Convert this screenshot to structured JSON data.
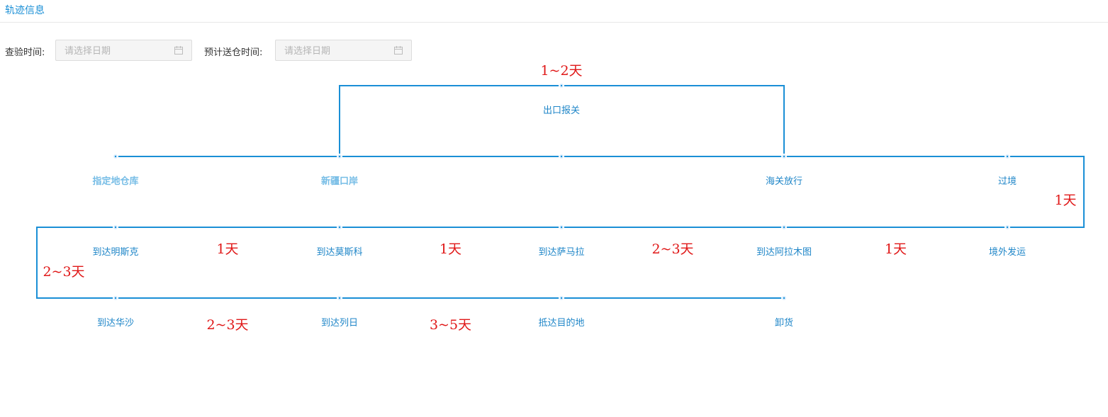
{
  "title": "轨迹信息",
  "filters": {
    "inspection_label": "查验时间:",
    "inspection_placeholder": "请选择日期",
    "warehouse_label": "预计送仓时间:",
    "warehouse_placeholder": "请选择日期",
    "calendar_icon": "calendar-icon"
  },
  "colors": {
    "line": "#1a8fd6",
    "duration": "#e01818",
    "highlight": "#77bde6"
  },
  "branch": {
    "node": "出口报关",
    "duration": "1~2天"
  },
  "rows": [
    {
      "nodes": [
        "指定地仓库",
        "新疆口岸",
        "",
        "海关放行",
        "过境"
      ],
      "durations": []
    },
    {
      "nodes": [
        "到达明斯克",
        "到达莫斯科",
        "到达萨马拉",
        "到达阿拉木图",
        "境外发运"
      ],
      "durations": [
        "1天",
        "1天",
        "2~3天",
        "1天"
      ]
    },
    {
      "nodes": [
        "到达华沙",
        "到达列日",
        "抵达目的地",
        "卸货"
      ],
      "durations": [
        "2~3天",
        "3~5天",
        ""
      ]
    }
  ],
  "turn_durations": {
    "right": "1天",
    "left": "2~3天"
  }
}
